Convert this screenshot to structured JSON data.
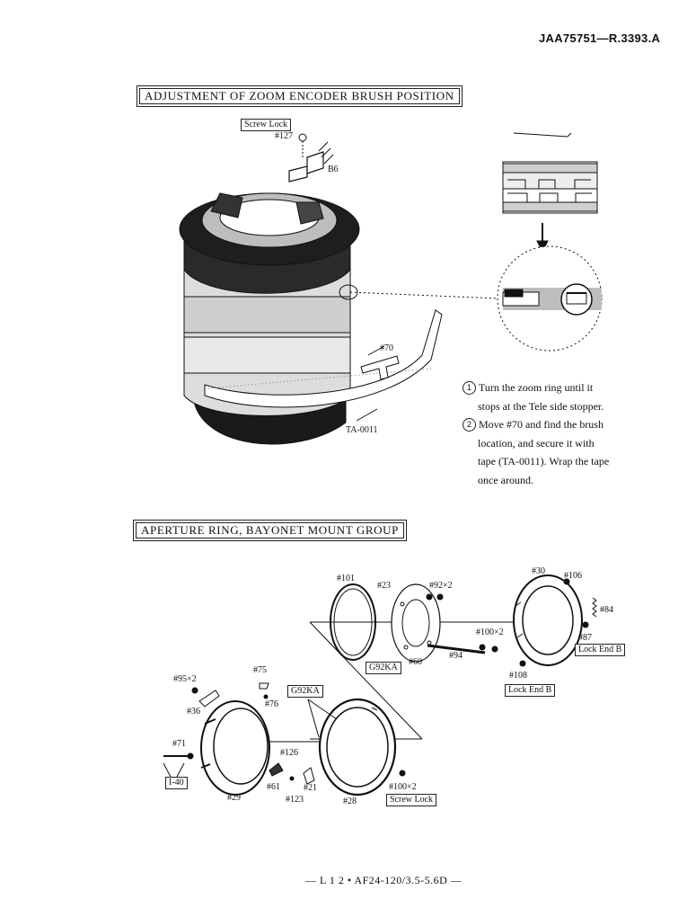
{
  "doc_id": "JAA75751—R.3393.A",
  "section1": {
    "title": "ADJUSTMENT OF ZOOM ENCODER BRUSH POSITION",
    "labels": {
      "screw_lock": "Screw Lock",
      "part_127": "#127",
      "part_b6": "B6",
      "part_70": "#70",
      "tape": "TA-0011"
    },
    "steps": [
      {
        "num": "1",
        "lines": [
          "Turn the zoom ring until it",
          "stops at the Tele side stopper."
        ]
      },
      {
        "num": "2",
        "lines": [
          "Move #70 and find the brush",
          "location, and secure it with",
          "tape (TA-0011). Wrap the tape",
          "once around."
        ]
      }
    ]
  },
  "section2": {
    "title": "APERTURE RING, BAYONET MOUNT GROUP",
    "labels": {
      "p101": "#101",
      "p23": "#23",
      "p92x2": "#92×2",
      "p30": "#30",
      "p106": "#106",
      "p84": "#84",
      "p87": "#87",
      "lock_end_b_1": "Lock End B",
      "p100x2_top": "#100×2",
      "p94": "#94",
      "g92ka_1": "G92KA",
      "p60": "#60",
      "p108": "#108",
      "lock_end_b_2": "Lock End B",
      "p95x2": "#95×2",
      "p75": "#75",
      "g92ka_2": "G92KA",
      "p36": "#36",
      "p76": "#76",
      "p71": "#71",
      "i40": "I-40",
      "p126": "#126",
      "p29": "#29",
      "p61": "#61",
      "p123": "#123",
      "p21": "#21",
      "p28": "#28",
      "p100x2_bottom": "#100×2",
      "screw_lock": "Screw Lock"
    }
  },
  "footer": "— L 1 2 • AF24-120/3.5-5.6D —"
}
